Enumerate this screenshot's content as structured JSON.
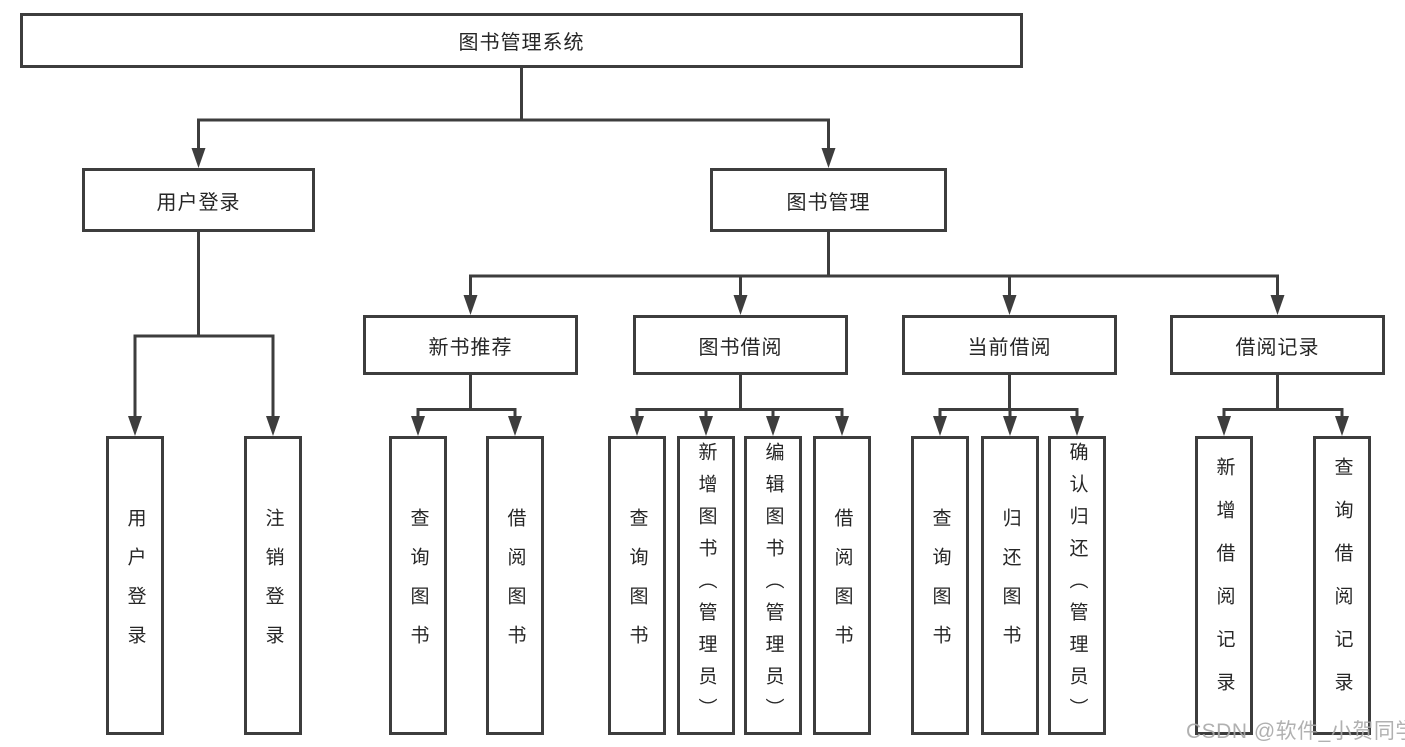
{
  "diagram": {
    "type": "tree",
    "title": "图书管理系统",
    "nodes": {
      "root": {
        "label": "图书管理系统"
      },
      "level2": [
        {
          "label": "用户登录"
        },
        {
          "label": "图书管理"
        }
      ],
      "level3": [
        {
          "label": "新书推荐",
          "parent": "图书管理"
        },
        {
          "label": "图书借阅",
          "parent": "图书管理"
        },
        {
          "label": "当前借阅",
          "parent": "图书管理"
        },
        {
          "label": "借阅记录",
          "parent": "图书管理"
        }
      ],
      "leaves": [
        {
          "label": "用户登录",
          "parent": "用户登录"
        },
        {
          "label": "注销登录",
          "parent": "用户登录"
        },
        {
          "label": "查询图书",
          "parent": "新书推荐"
        },
        {
          "label": "借阅图书",
          "parent": "新书推荐"
        },
        {
          "label": "查询图书",
          "parent": "图书借阅"
        },
        {
          "label": "新增图书（管理员）",
          "parent": "图书借阅"
        },
        {
          "label": "编辑图书（管理员）",
          "parent": "图书借阅"
        },
        {
          "label": "借阅图书",
          "parent": "图书借阅"
        },
        {
          "label": "查询图书",
          "parent": "当前借阅"
        },
        {
          "label": "归还图书",
          "parent": "当前借阅"
        },
        {
          "label": "确认归还（管理员）",
          "parent": "当前借阅"
        },
        {
          "label": "新增借阅记录",
          "parent": "借阅记录"
        },
        {
          "label": "查询借阅记录",
          "parent": "借阅记录"
        }
      ]
    },
    "colors": {
      "line": "#3d3d3d",
      "text": "#262626",
      "background": "#ffffff",
      "watermark_color": "#a9a9a9"
    }
  },
  "watermark": {
    "text": "CSDN @软件_小贺同学"
  }
}
